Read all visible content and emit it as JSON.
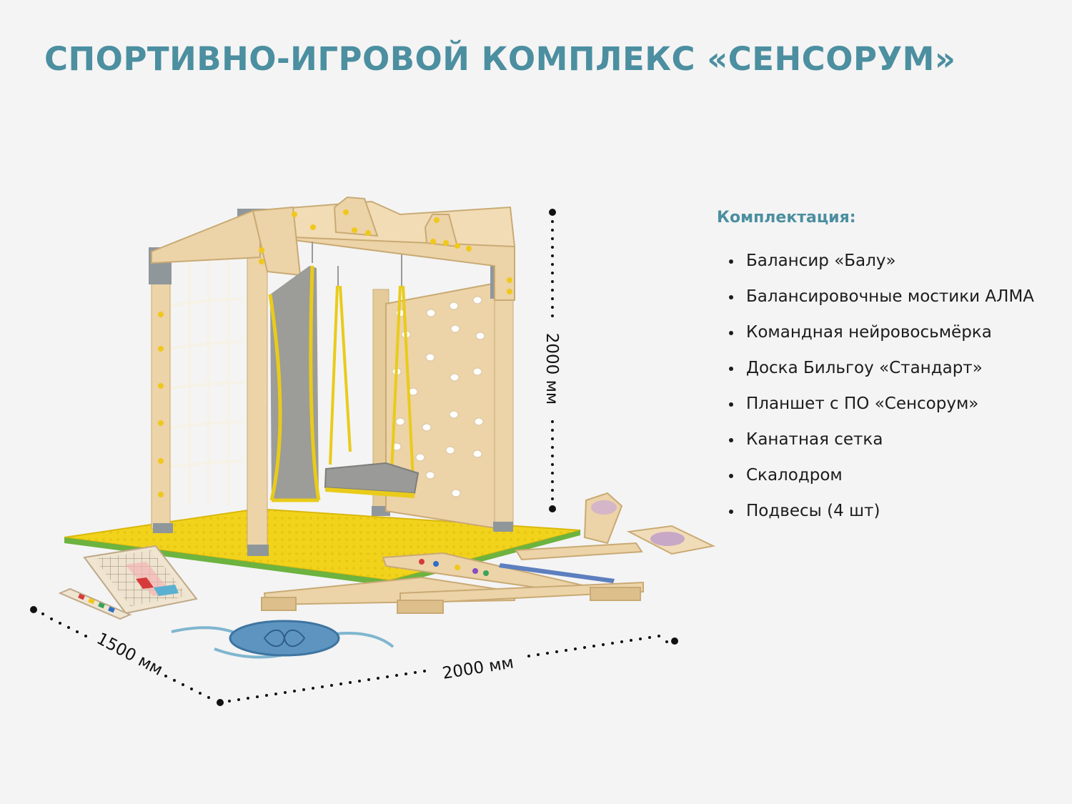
{
  "title": "СПОРТИВНО-ИГРОВОЙ КОМПЛЕКС «СЕНСОРУМ»",
  "dimensions": {
    "height": "2000 мм",
    "width": "2000 мм",
    "depth": "1500 мм"
  },
  "specs": {
    "heading": "Комплектация:",
    "items": [
      "Балансир «Балу»",
      "Балансировочные мостики АЛМА",
      "Командная нейровосьмёрка",
      "Доска Бильгоу «Стандарт»",
      "Планшет с ПО «Сенсорум»",
      "Канатная сетка",
      "Скалодром",
      "Подвесы (4 шт)"
    ]
  },
  "colors": {
    "accent": "#4b8fa0",
    "wood": "#ecd3a8",
    "mat": "#f2d31c",
    "metal": "#8f979b",
    "text": "#1c1c1c"
  }
}
